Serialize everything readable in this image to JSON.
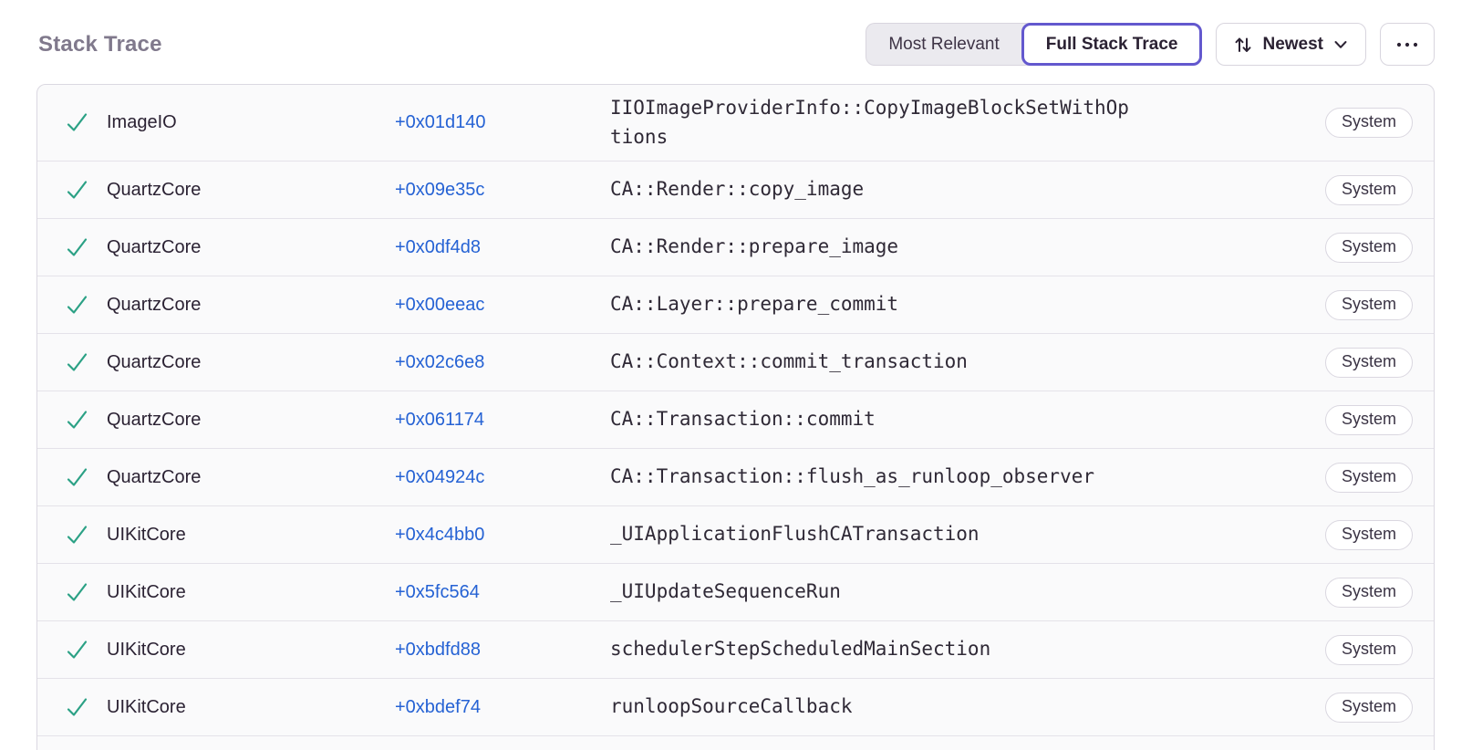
{
  "header": {
    "title": "Stack Trace",
    "segmented_control": {
      "options": [
        "Most Relevant",
        "Full Stack Trace"
      ],
      "inactive_label": "Most Relevant",
      "active_label": "Full Stack Trace",
      "active": "Full Stack Trace"
    },
    "sort_button": {
      "label": "Newest",
      "icon": "sort-arrows-icon",
      "chevron": "chevron-down-icon"
    },
    "more_button": {
      "icon": "ellipsis-icon"
    }
  },
  "table": {
    "rows": [
      {
        "status_icon": "checkmark-icon",
        "module": "ImageIO",
        "address": "+0x01d140",
        "function": "IIOImageProviderInfo::CopyImageBlockSetWithOptions",
        "badge": "System"
      },
      {
        "status_icon": "checkmark-icon",
        "module": "QuartzCore",
        "address": "+0x09e35c",
        "function": "CA::Render::copy_image",
        "badge": "System"
      },
      {
        "status_icon": "checkmark-icon",
        "module": "QuartzCore",
        "address": "+0x0df4d8",
        "function": "CA::Render::prepare_image",
        "badge": "System"
      },
      {
        "status_icon": "checkmark-icon",
        "module": "QuartzCore",
        "address": "+0x00eeac",
        "function": "CA::Layer::prepare_commit",
        "badge": "System"
      },
      {
        "status_icon": "checkmark-icon",
        "module": "QuartzCore",
        "address": "+0x02c6e8",
        "function": "CA::Context::commit_transaction",
        "badge": "System"
      },
      {
        "status_icon": "checkmark-icon",
        "module": "QuartzCore",
        "address": "+0x061174",
        "function": "CA::Transaction::commit",
        "badge": "System"
      },
      {
        "status_icon": "checkmark-icon",
        "module": "QuartzCore",
        "address": "+0x04924c",
        "function": "CA::Transaction::flush_as_runloop_observer",
        "badge": "System"
      },
      {
        "status_icon": "checkmark-icon",
        "module": "UIKitCore",
        "address": "+0x4c4bb0",
        "function": "_UIApplicationFlushCATransaction",
        "badge": "System"
      },
      {
        "status_icon": "checkmark-icon",
        "module": "UIKitCore",
        "address": "+0x5fc564",
        "function": "_UIUpdateSequenceRun",
        "badge": "System"
      },
      {
        "status_icon": "checkmark-icon",
        "module": "UIKitCore",
        "address": "+0xbdfd88",
        "function": "schedulerStepScheduledMainSection",
        "badge": "System"
      },
      {
        "status_icon": "checkmark-icon",
        "module": "UIKitCore",
        "address": "+0xbdef74",
        "function": "runloopSourceCallback",
        "badge": "System"
      }
    ]
  },
  "colors": {
    "accent_purple": "#6358CE",
    "link_blue": "#2562D4",
    "check_green": "#2BA185",
    "title_gray": "#80798C",
    "dark_text": "#2B2233",
    "table_border": "#DBD8E1",
    "row_divider": "#E4E2E9",
    "row_background": "#FAFAFB"
  }
}
